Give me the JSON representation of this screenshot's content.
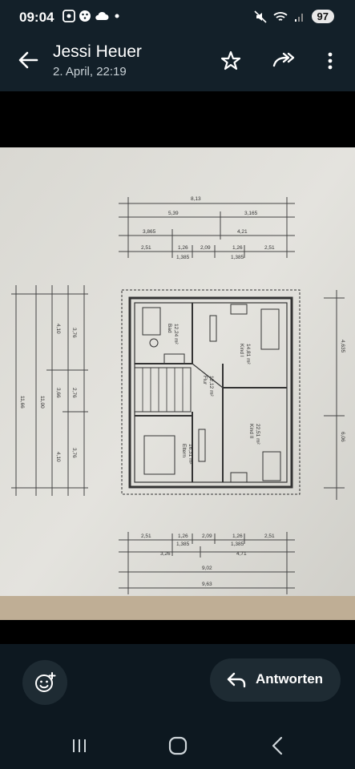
{
  "status_bar": {
    "time": "09:04",
    "battery": "97",
    "left_icons": [
      "screenshot-icon",
      "app-icon",
      "cloud-icon",
      "dot-icon"
    ],
    "right_icons": [
      "mute-icon",
      "wifi-icon",
      "signal-icon"
    ]
  },
  "header": {
    "contact_name": "Jessi Heuer",
    "timestamp": "2. April, 22:19",
    "icons": [
      "back-arrow-icon",
      "star-icon",
      "forward-icon",
      "more-vertical-icon"
    ]
  },
  "photo": {
    "description_kind": "floor-plan-drawing",
    "labels": {
      "top_dims_row1": "8,13",
      "top_dims_row2a": "5,39",
      "top_dims_row2b": "3,165",
      "top_dims_row3a": "3,865",
      "top_dims_row3b": "4,21",
      "top_dims_row4": [
        "2,51",
        "1,26",
        "2,09",
        "1,26",
        "2,51"
      ],
      "top_dims_row4_sub": [
        "1,385",
        "1,385"
      ],
      "bottom_dims_row1": [
        "2,51",
        "1,26",
        "2,09",
        "1,26",
        "2,51"
      ],
      "bottom_dims_row1_sub": [
        "1,385",
        "1,385"
      ],
      "bottom_dims_row2": [
        "3,26",
        "4,71"
      ],
      "bottom_dims_row3": "9,02",
      "bottom_dims_row4": "9,63",
      "left_dims": [
        "11,66",
        "11,00",
        "4,10",
        "3,66",
        "4,10",
        "3,76",
        "2,76",
        "3,76"
      ],
      "right_dims": [
        "4,635",
        "6,06"
      ],
      "rooms": [
        "Bad",
        "Kind I",
        "Flur",
        "Kind II",
        "Eltern"
      ],
      "room_areas": [
        "12,24 m²",
        "14,81 m²",
        "12,12 m²",
        "22,51 m²",
        "16,31 m²"
      ]
    }
  },
  "bottom_bar": {
    "reply_label": "Antworten",
    "emoji_icon": "emoji-add-icon",
    "reply_icon": "reply-icon"
  },
  "nav_bar": {
    "icons": [
      "recent-apps-icon",
      "home-icon",
      "back-icon"
    ]
  }
}
